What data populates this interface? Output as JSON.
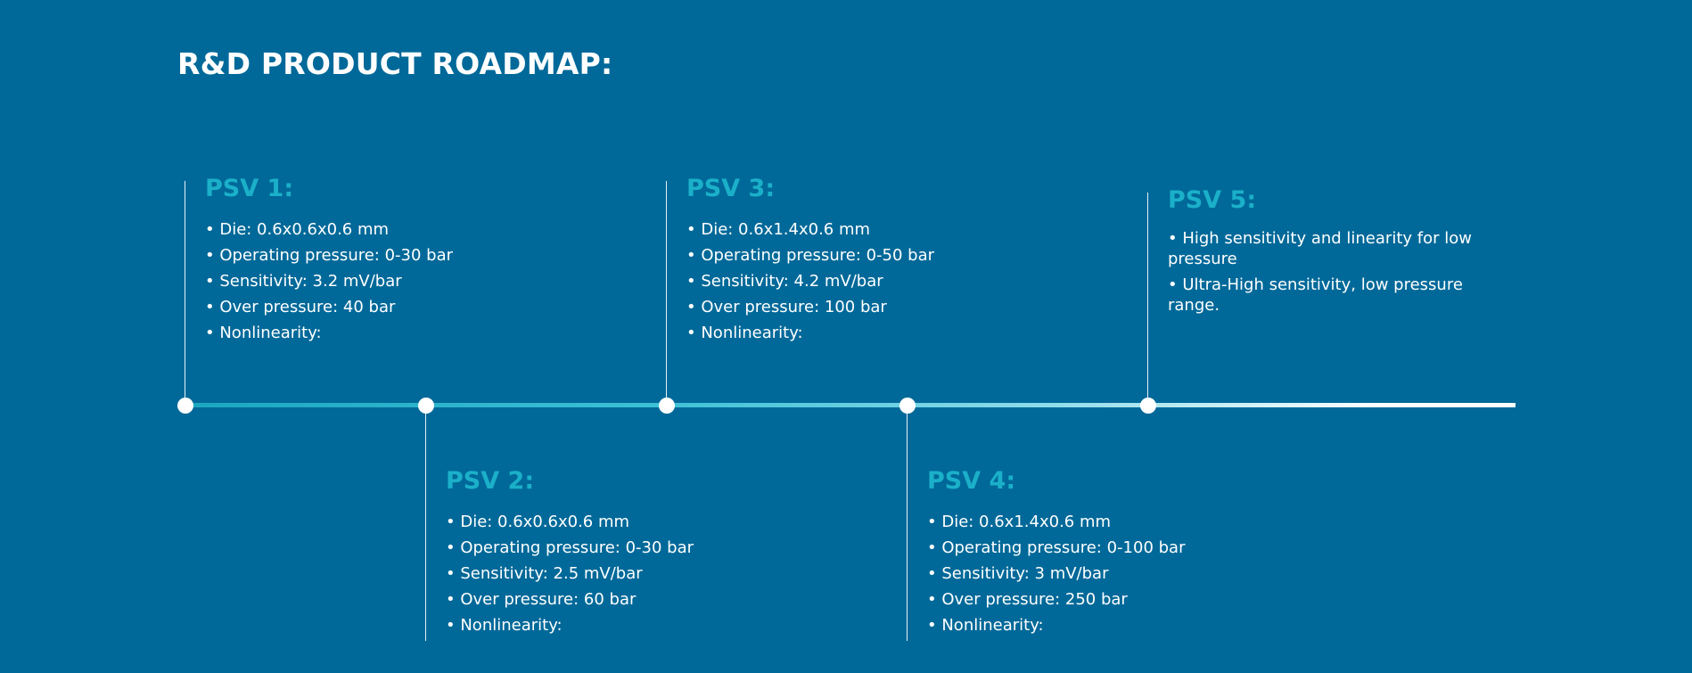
{
  "page": {
    "title": "R&D PRODUCT ROADMAP:"
  },
  "colors": {
    "background": "#006999",
    "accent": "#1bb0c9",
    "text": "#ffffff"
  },
  "milestones": [
    {
      "title": "PSV 1:",
      "items": [
        "• Die: 0.6x0.6x0.6 mm",
        "• Operating pressure: 0-30 bar",
        "• Sensitivity: 3.2 mV/bar",
        "• Over pressure: 40 bar",
        "• Nonlinearity:"
      ]
    },
    {
      "title": "PSV 2:",
      "items": [
        "• Die: 0.6x0.6x0.6 mm",
        "• Operating pressure: 0-30 bar",
        "• Sensitivity: 2.5 mV/bar",
        "• Over pressure: 60 bar",
        "• Nonlinearity:"
      ]
    },
    {
      "title": "PSV 3:",
      "items": [
        "• Die: 0.6x1.4x0.6 mm",
        "• Operating pressure: 0-50 bar",
        "• Sensitivity: 4.2 mV/bar",
        "• Over pressure: 100 bar",
        "• Nonlinearity:"
      ]
    },
    {
      "title": "PSV 4:",
      "items": [
        "• Die: 0.6x1.4x0.6 mm",
        "• Operating pressure: 0-100 bar",
        "• Sensitivity: 3 mV/bar",
        "• Over pressure: 250 bar",
        "• Nonlinearity:"
      ]
    },
    {
      "title": "PSV 5:",
      "items": [
        "• High sensitivity and linearity for low pressure",
        "• Ultra-High sensitivity, low pressure range."
      ]
    }
  ]
}
